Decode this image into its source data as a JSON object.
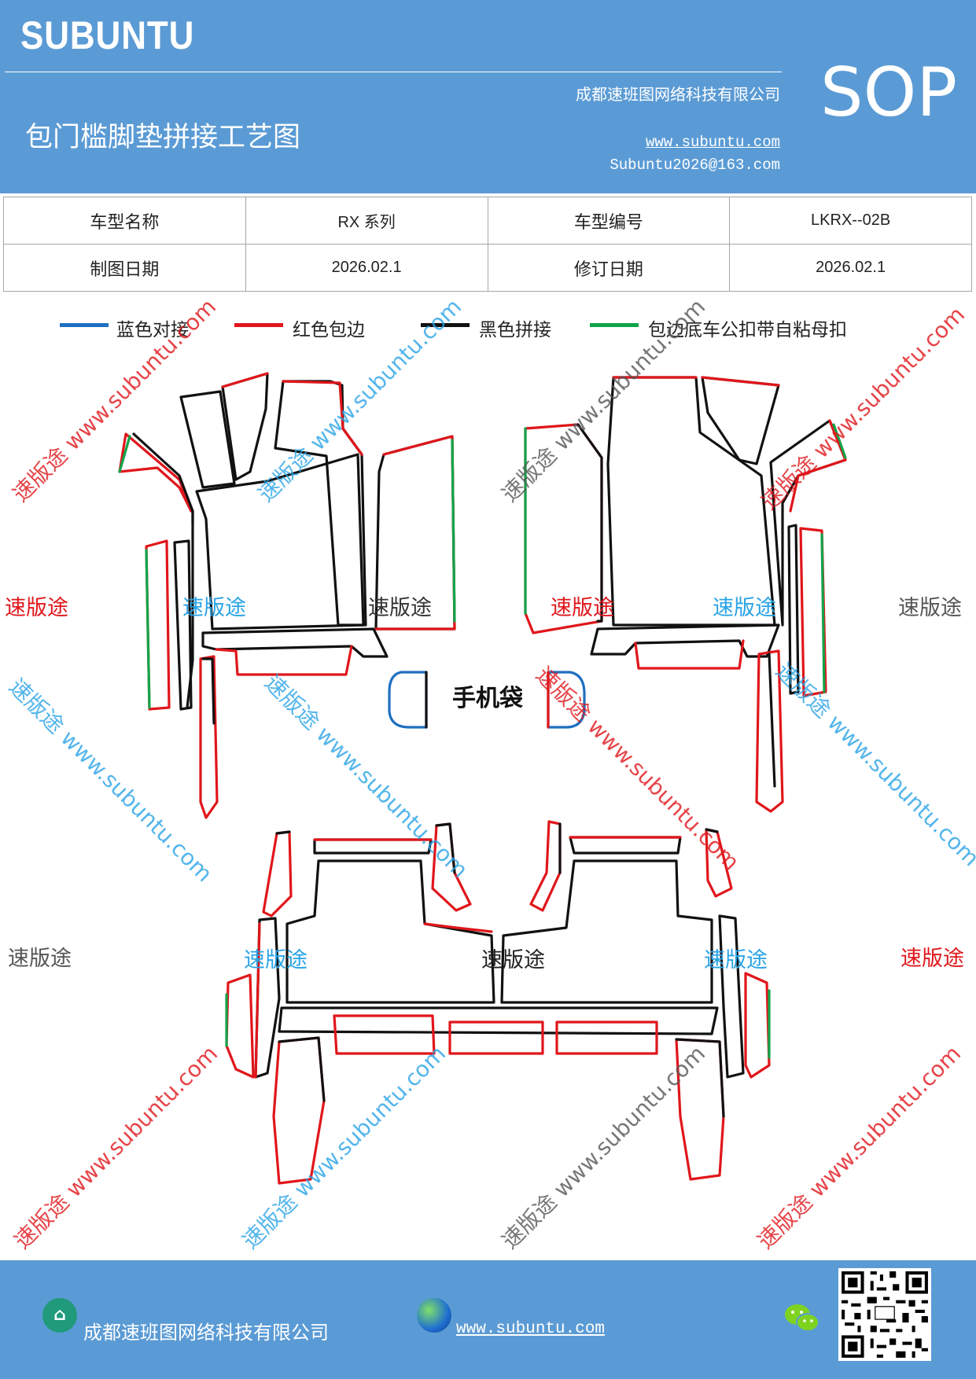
{
  "header": {
    "brand": "SUBUNTU",
    "company": "成都速班图网络科技有限公司",
    "title": "包门槛脚垫拼接工艺图",
    "website": "www.subuntu.com",
    "email": "Subuntu2026@163.com",
    "badge": "SOP"
  },
  "info": {
    "model_name_label": "车型名称",
    "model_name": "RX 系列",
    "model_code_label": "车型编号",
    "model_code": "LKRX--02B",
    "draw_date_label": "制图日期",
    "draw_date": "2026.02.1",
    "revise_date_label": "修订日期",
    "revise_date": "2026.02.1"
  },
  "legend": [
    {
      "label": "蓝色对接",
      "color": "#1f6fc0"
    },
    {
      "label": "红色包边",
      "color": "#e0161b"
    },
    {
      "label": "黑色拼接",
      "color": "#111111"
    },
    {
      "label": "包边底车公扣带自粘母扣",
      "color": "#12a44a"
    }
  ],
  "colors": {
    "blue": "#1f6fc0",
    "red": "#e0161b",
    "black": "#111111",
    "green": "#12a44a"
  },
  "diagram": {
    "phone_bag_label": "手机袋"
  },
  "watermark": {
    "brand": "速版途",
    "url": "www.subuntu.com",
    "full": "速版途 www.subuntu.com"
  },
  "footer": {
    "company": "成都速班图网络科技有限公司",
    "website": "www.subuntu.com ",
    "home_icon": "home-icon",
    "globe_icon": "globe-icon",
    "wechat_icon": "wechat-icon"
  }
}
